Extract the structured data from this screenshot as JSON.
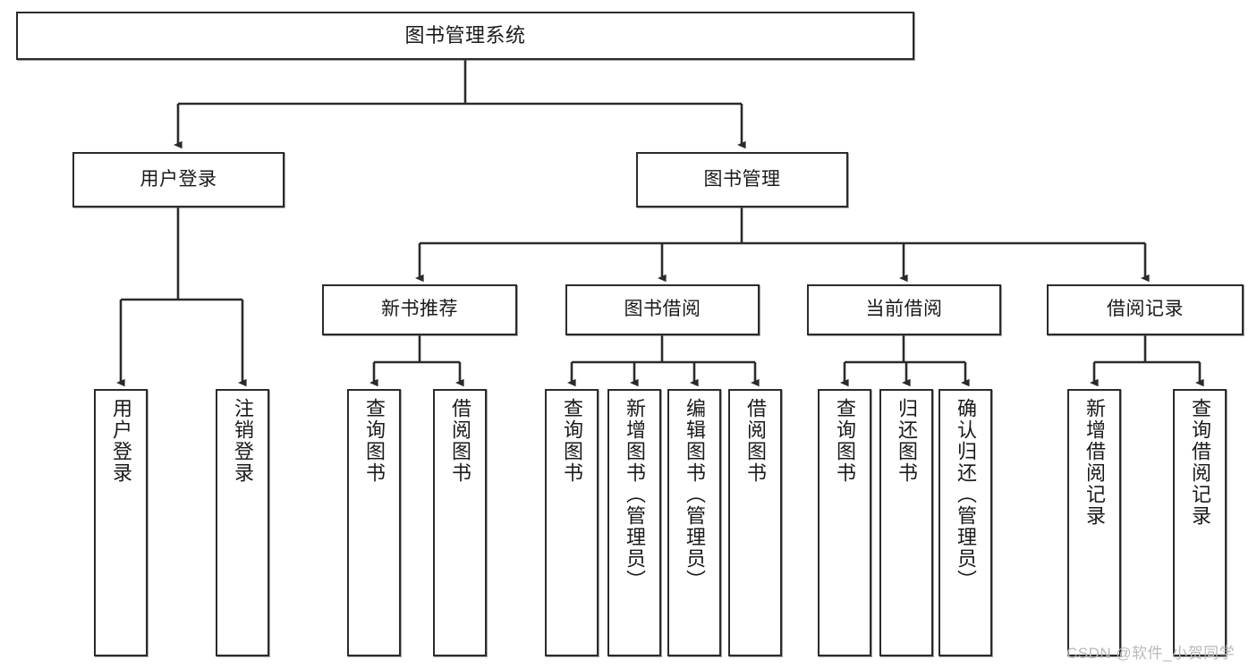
{
  "diagram": {
    "type": "hierarchy-tree",
    "title": "图书管理系统",
    "levels": 4,
    "colors": {
      "background": "#ffffff",
      "box_border": "#2b2b2b",
      "box_fill": "#ffffff",
      "edge": "#2b2b2b",
      "watermark": "#b9b9b9"
    }
  },
  "root": {
    "label": "图书管理系统"
  },
  "level2": [
    {
      "label": "用户登录"
    },
    {
      "label": "图书管理"
    }
  ],
  "level3": [
    {
      "label": "新书推荐"
    },
    {
      "label": "图书借阅"
    },
    {
      "label": "当前借阅"
    },
    {
      "label": "借阅记录"
    }
  ],
  "leaves": {
    "user_login": [
      {
        "label": "用户登录"
      },
      {
        "label": "注销登录"
      }
    ],
    "new_book_recommend": [
      {
        "label": "查询图书"
      },
      {
        "label": "借阅图书"
      }
    ],
    "book_borrow": [
      {
        "label": "查询图书"
      },
      {
        "label": "新增图书（管理员）"
      },
      {
        "label": "编辑图书（管理员）"
      },
      {
        "label": "借阅图书"
      }
    ],
    "current_borrow": [
      {
        "label": "查询图书"
      },
      {
        "label": "归还图书"
      },
      {
        "label": "确认归还（管理员）"
      }
    ],
    "borrow_record": [
      {
        "label": "新增借阅记录"
      },
      {
        "label": "查询借阅记录"
      }
    ]
  },
  "watermark": {
    "text": "CSDN @软件_小贺同学"
  }
}
